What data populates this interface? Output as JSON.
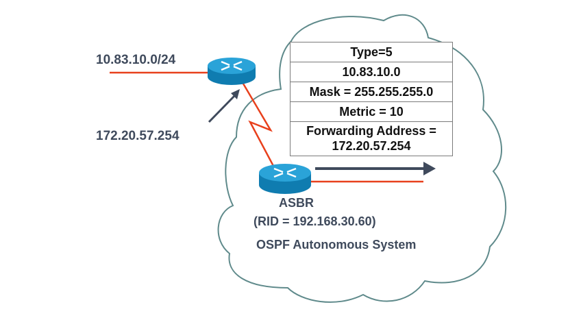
{
  "labels": {
    "network": "10.83.10.0/24",
    "forwarding_ip": "172.20.57.254",
    "asbr_name": "ASBR",
    "asbr_rid": "(RID = 192.168.30.60)",
    "as_name": "OSPF Autonomous System"
  },
  "lsa": {
    "rows": [
      "Type=5",
      "10.83.10.0",
      "Mask = 255.255.255.0",
      "Metric = 10",
      "Forwarding Address =",
      "172.20.57.254"
    ]
  },
  "colors": {
    "link": "#e8401c",
    "arrow": "#3f4a5c",
    "cloud": "#5f8a8b",
    "router_top": "#2aa3d8",
    "router_side": "#0f7cb0"
  }
}
